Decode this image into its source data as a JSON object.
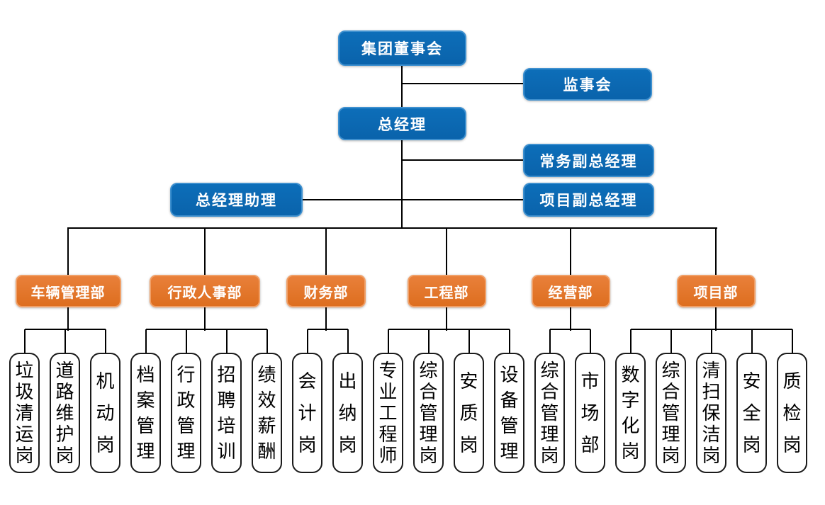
{
  "page": {
    "background": "#ffffff"
  },
  "colors": {
    "executive_fill": "#0d6eb9",
    "executive_fill_dark": "#0a63ab",
    "executive_border": "#3e90cf",
    "department_fill": "#e9803a",
    "department_fill_dark": "#dd6e1f",
    "department_border": "#f0a068",
    "node_text": "#ffffff",
    "position_fill": "#ffffff",
    "position_border": "#1a1a1a",
    "position_text": "#000000",
    "connector": "#000000"
  },
  "executives": {
    "board": "集团董事会",
    "supervisory_board": "监事会",
    "general_manager": "总经理",
    "executive_deputy_general_manager": "常务副总经理",
    "general_manager_assistant": "总经理助理",
    "project_deputy_general_manager": "项目副总经理"
  },
  "departments": [
    {
      "name": "车辆管理部",
      "positions": [
        "垃圾清运岗",
        "道路维护岗",
        "机动岗"
      ]
    },
    {
      "name": "行政人事部",
      "positions": [
        "档案管理",
        "行政管理",
        "招聘培训",
        "绩效薪酬"
      ]
    },
    {
      "name": "财务部",
      "positions": [
        "会计岗",
        "出纳岗"
      ]
    },
    {
      "name": "工程部",
      "positions": [
        "专业工程师",
        "综合管理岗",
        "安质岗",
        "设备管理"
      ]
    },
    {
      "name": "经营部",
      "positions": [
        "综合管理岗",
        "市场部"
      ]
    },
    {
      "name": "项目部",
      "positions": [
        "数字化岗",
        "综合管理岗",
        "清扫保洁岗",
        "安全岗",
        "质检岗"
      ]
    }
  ]
}
